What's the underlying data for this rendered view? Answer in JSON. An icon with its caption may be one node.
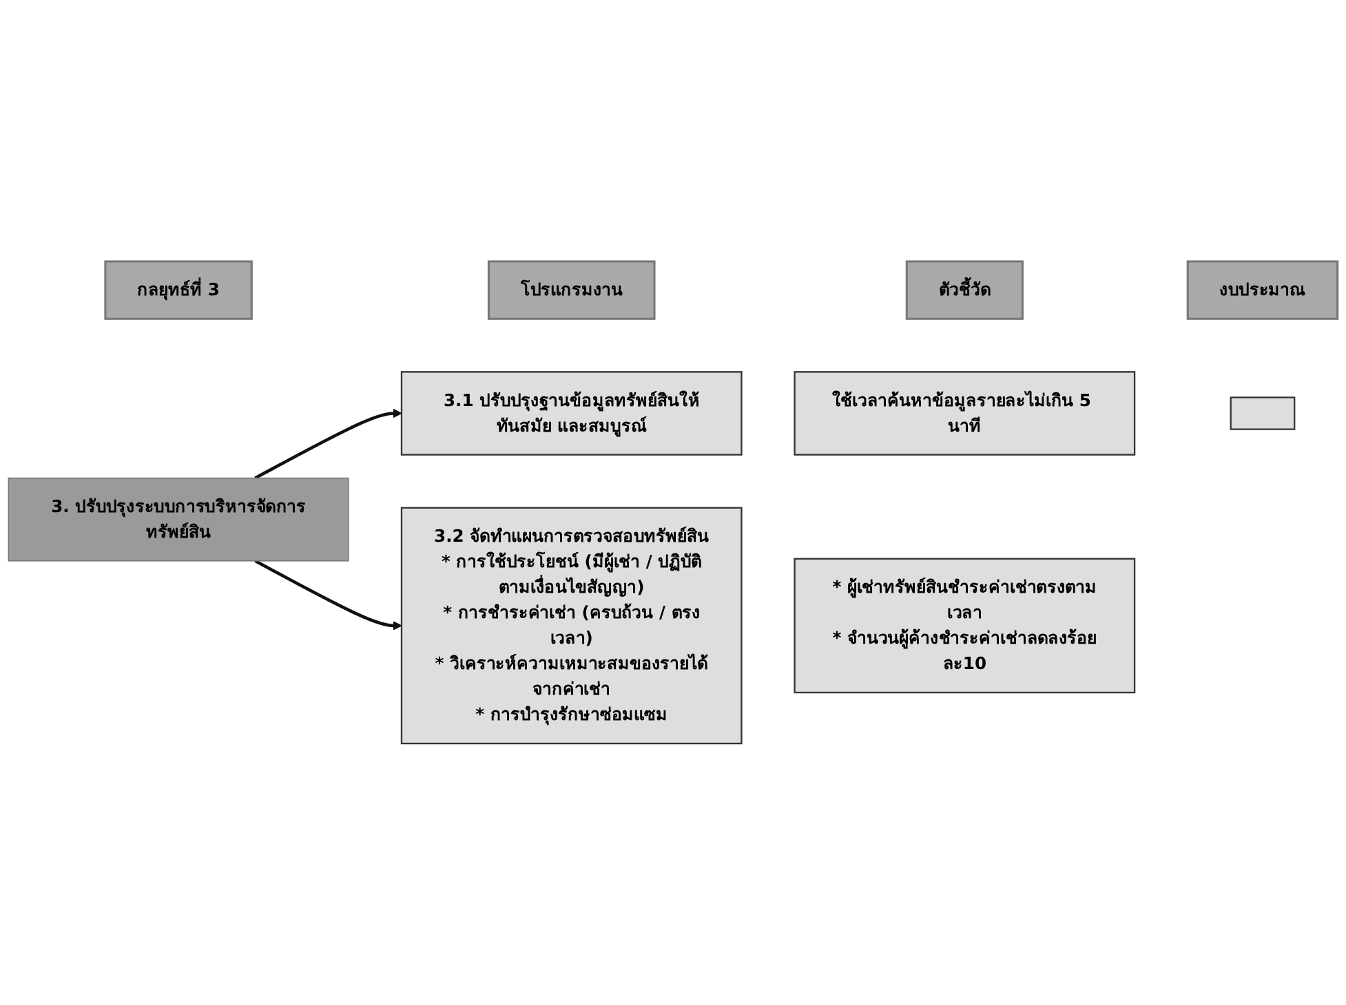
{
  "diagram": {
    "nodes": [
      {
        "text": [
          "กลยุทธ์ที่ 3"
        ]
      },
      {
        "text": [
          "โปรแกรมงาน"
        ]
      },
      {
        "text": [
          "ตัวชี้วัด"
        ]
      },
      {
        "text": [
          "งบประมาณ"
        ]
      },
      {
        "text": [
          "3. ปรับปรุงระบบการบริหารจัดการทรัพย์สิน"
        ]
      },
      {
        "text": [
          "3.1 ปรับปรุงฐานข้อมูลทรัพย์สินให้ทันสมัย และสมบูรณ์"
        ]
      },
      {
        "text": [
          "ใช้เวลาค้นหาข้อมูลรายละไม่เกิน 5 นาที"
        ]
      },
      {
        "text": [
          "3.2 จัดทำแผนการตรวจสอบทรัพย์สิน",
          "* การใช้ประโยชน์ (มีผู้เช่า / ปฏิบัติตามเงื่อนไขสัญญา)",
          "* การชำระค่าเช่า (ครบถ้วน / ตรงเวลา)",
          "* วิเคราะห์ความเหมาะสมของรายได้จากค่าเช่า",
          "* การบำรุงรักษาซ่อมแซม"
        ]
      },
      {
        "text": [
          "* ผู้เช่าทรัพย์สินชำระค่าเช่าตรงตามเวลา",
          "* จำนวนผู้ค้างชำระค่าเช่าลดลงร้อยละ10"
        ]
      },
      {
        "text": [],
        "shape": "box"
      }
    ],
    "edges": [
      {
        "from": 4,
        "to": 5,
        "arrow": "to"
      },
      {
        "from": 4,
        "to": 7,
        "arrow": "to"
      }
    ]
  }
}
